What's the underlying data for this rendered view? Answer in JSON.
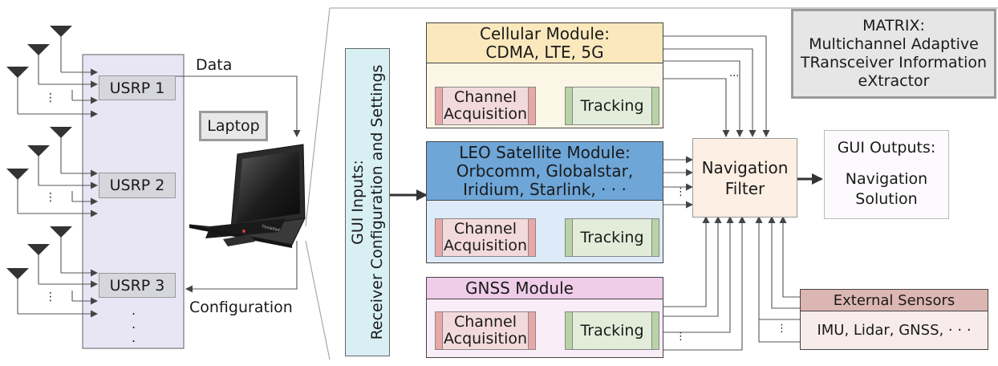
{
  "usrp": {
    "units": [
      {
        "label": "USRP 1"
      },
      {
        "label": "USRP 2"
      },
      {
        "label": "USRP 3"
      }
    ],
    "more": ". . ."
  },
  "link": {
    "data_label": "Data",
    "config_label": "Configuration"
  },
  "laptop": {
    "label": "Laptop",
    "brand": "ThinkPad"
  },
  "gui_inputs": {
    "label": "GUI Inputs:\nReceiver Configuration and Settings"
  },
  "modules": {
    "cellular": {
      "title": "Cellular Module:\nCDMA, LTE, 5G"
    },
    "leo": {
      "title": "LEO Satellite Module:\nOrbcomm, Globalstar,\nIridium, Starlink, · · ·"
    },
    "gnss": {
      "title": "GNSS Module"
    },
    "acquisition": "Channel\nAcquisition",
    "tracking": "Tracking"
  },
  "nav_filter": {
    "label": "Navigation\nFilter"
  },
  "gui_outputs": {
    "title": "GUI Outputs:",
    "body": "Navigation\nSolution"
  },
  "matrix": {
    "label": "MATRIX:\nMultichannel Adaptive\nTRansceiver Information\neXtractor"
  },
  "sensors": {
    "title": "External Sensors",
    "body": "IMU, Lidar, GNSS, · · ·"
  },
  "ellipsis": "⋮",
  "colors": {
    "usrp_panel": "#e8e6f5",
    "usrp_box": "#d6d6dd",
    "gui_inputs": "#d8f0f3",
    "cellular_title": "#fbe9bd",
    "cellular_body": "#fcf6e6",
    "leo_title": "#6ea6d8",
    "leo_body": "#ddeaf7",
    "gnss_title": "#efcde8",
    "gnss_body": "#f9eef7",
    "nav_filter": "#fdefe4",
    "sensors_title": "#dcb6b2",
    "sensors_body": "#f7eceb",
    "matrix": "#e6e6e6"
  }
}
